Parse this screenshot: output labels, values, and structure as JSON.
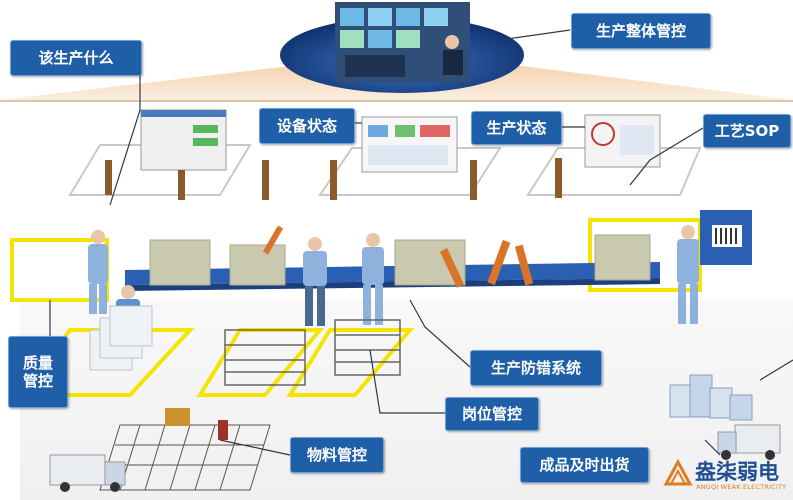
{
  "labels": {
    "overall_control": "生产整体管控",
    "what_to_produce": "该生产什么",
    "equipment_status": "设备状态",
    "production_status": "生产状态",
    "process_sop": "工艺SOP",
    "quality_control_line1": "质量",
    "quality_control_line2": "管控",
    "error_proofing": "生产防错系统",
    "station_control": "岗位管控",
    "material_control": "物料管控",
    "finished_goods": "成品及时出货"
  },
  "watermark": {
    "cn": "盎柒弱电",
    "en": "ANGQI WEAK ELECTRICITY"
  },
  "colors": {
    "callout_fill": "#1f5fa8",
    "floor_highlight": "#f5e400",
    "conveyor": "#2b5fb4",
    "roof_gradient_top": "#f7d9b8",
    "worker": "#8fb2dc",
    "leader_line": "#2a3a4a"
  },
  "icons": [
    "control-room",
    "monitor-screen",
    "robot-arm",
    "worker",
    "truck",
    "warehouse-buildings",
    "rack-cart",
    "andon-light"
  ]
}
